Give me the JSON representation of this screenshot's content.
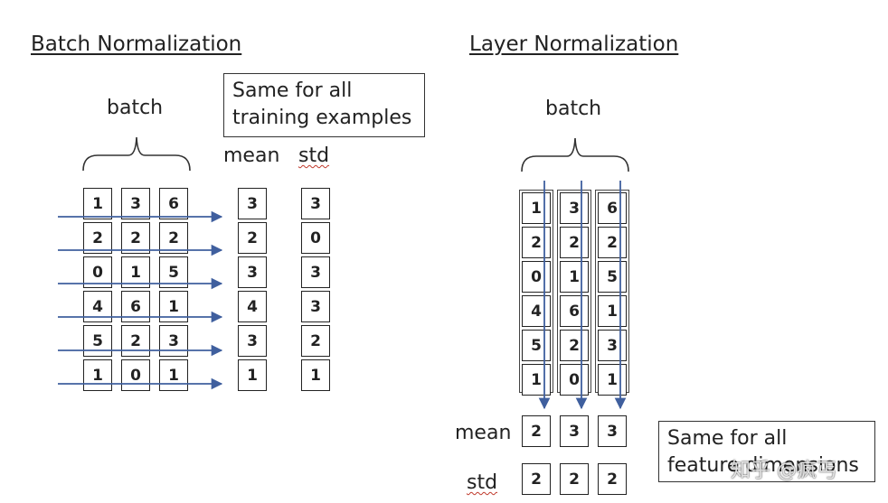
{
  "left": {
    "title": "Batch Normalization",
    "batch_label": "batch",
    "note": [
      "Same for all",
      "training examples"
    ],
    "mean_label": "mean",
    "std_label": "std",
    "rows": [
      [
        1,
        3,
        6
      ],
      [
        2,
        2,
        2
      ],
      [
        0,
        1,
        5
      ],
      [
        4,
        6,
        1
      ],
      [
        5,
        2,
        3
      ],
      [
        1,
        0,
        1
      ]
    ],
    "mean": [
      3,
      2,
      3,
      4,
      3,
      1
    ],
    "std": [
      3,
      0,
      3,
      3,
      2,
      1
    ]
  },
  "right": {
    "title": "Layer Normalization",
    "batch_label": "batch",
    "note": [
      "Same for all",
      "feature dimensions"
    ],
    "mean_label": "mean",
    "std_label": "std",
    "rows": [
      [
        1,
        3,
        6
      ],
      [
        2,
        2,
        2
      ],
      [
        0,
        1,
        5
      ],
      [
        4,
        6,
        1
      ],
      [
        5,
        2,
        3
      ],
      [
        1,
        0,
        1
      ]
    ],
    "mean": [
      2,
      3,
      3
    ],
    "std": [
      2,
      2,
      2
    ]
  },
  "watermark": "知乎 @疯丐",
  "colors": {
    "arrow": "#3f5f9e",
    "border": "#222222",
    "squiggle": "#c0392b"
  }
}
